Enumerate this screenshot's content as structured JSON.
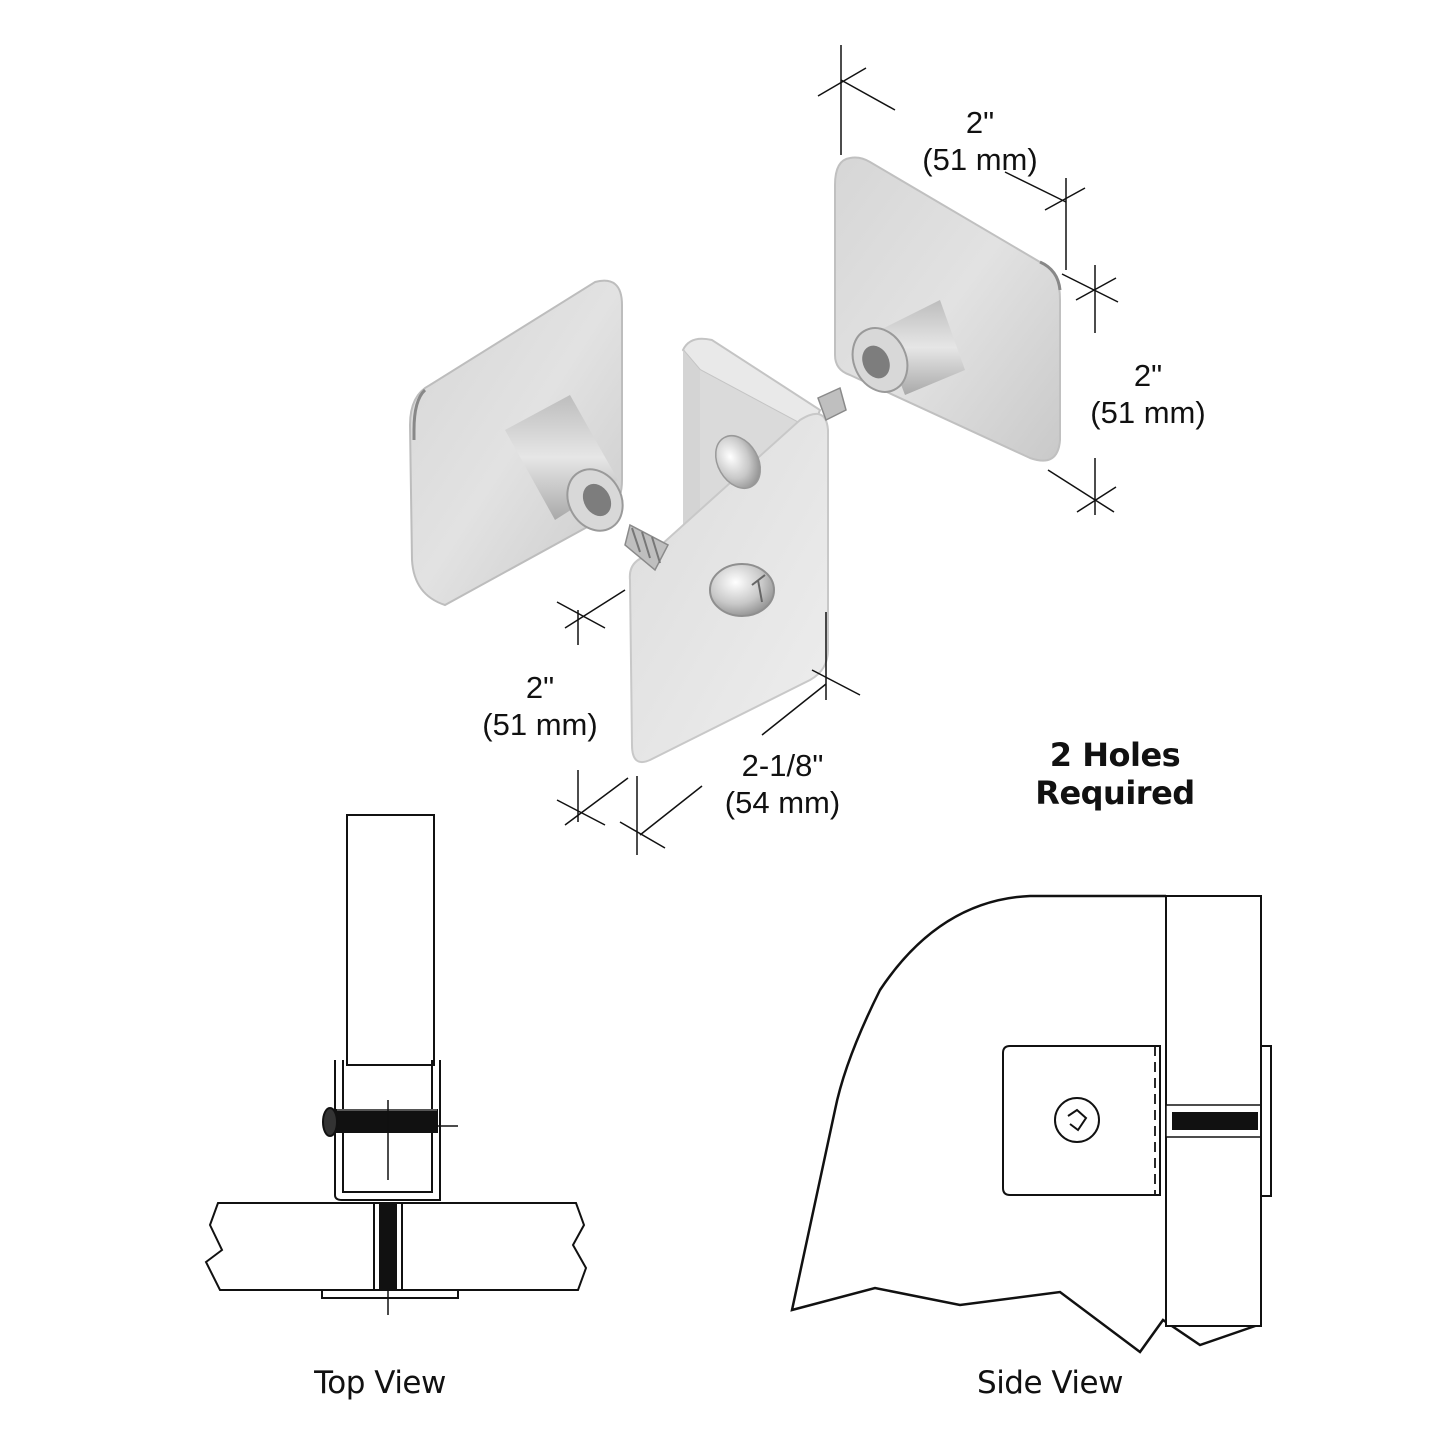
{
  "dimensions": {
    "top_width": {
      "imperial": "2\"",
      "metric": "(51 mm)"
    },
    "right_height": {
      "imperial": "2\"",
      "metric": "(51 mm)"
    },
    "left_height": {
      "imperial": "2\"",
      "metric": "(51 mm)"
    },
    "bottom_width": {
      "imperial": "2-1/8\"",
      "metric": "(54 mm)"
    }
  },
  "note": {
    "line1": "2 Holes",
    "line2": "Required"
  },
  "views": {
    "top": {
      "caption": "Top View"
    },
    "side": {
      "caption": "Side View"
    }
  },
  "colors": {
    "metal_light": "#e4e4e4",
    "metal_mid": "#cfcfcf",
    "metal_dark": "#a8a8a8",
    "line": "#111111",
    "background": "#ffffff"
  }
}
